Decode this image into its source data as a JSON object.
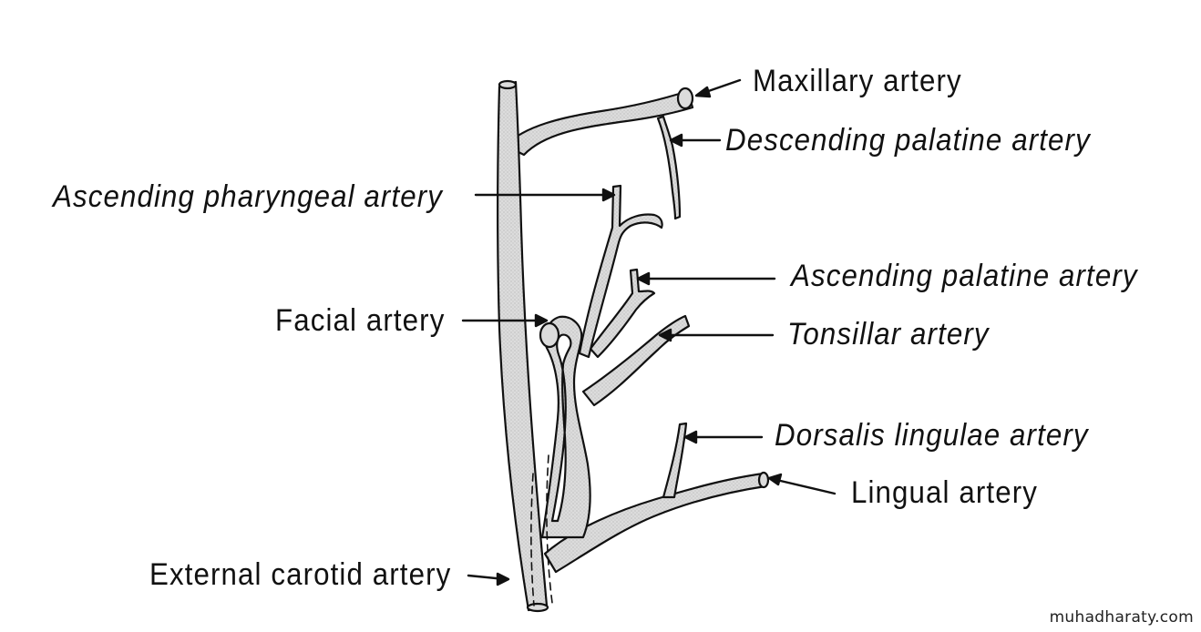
{
  "labels": {
    "maxillary": "Maxillary artery",
    "descending_palatine": "Descending palatine artery",
    "ascending_pharyngeal": "Ascending pharyngeal artery",
    "ascending_palatine": "Ascending palatine artery",
    "facial": "Facial artery",
    "tonsillar": "Tonsillar artery",
    "dorsalis_lingulae": "Dorsalis lingulae artery",
    "lingual": "Lingual artery",
    "external_carotid": "External carotid artery"
  },
  "watermark": "muhadharaty.com",
  "colors": {
    "vessel_fill": "#d8d8d8",
    "vessel_stroke": "#111111",
    "background": "#ffffff"
  }
}
